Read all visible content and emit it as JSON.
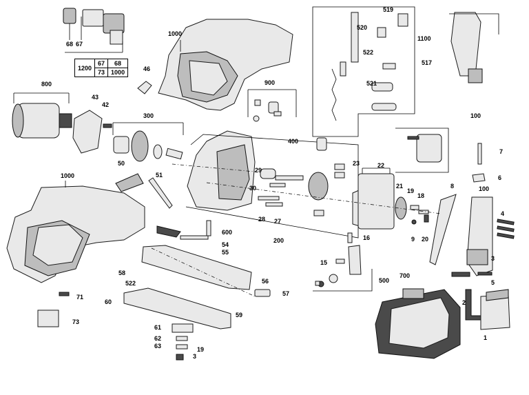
{
  "labels": {
    "l1000a": "1000",
    "l68a": "68",
    "l67a": "67",
    "l46": "46",
    "l800": "800",
    "l43": "43",
    "l42": "42",
    "l300": "300",
    "l900": "900",
    "l50": "50",
    "l51": "51",
    "l1000b": "1000",
    "l400": "400",
    "l23": "23",
    "l22": "22",
    "l30": "30",
    "l29": "29",
    "l28": "28",
    "l27": "27",
    "l200": "200",
    "l600": "600",
    "l54": "54",
    "l55": "55",
    "l58": "58",
    "l522a": "522",
    "l56": "56",
    "l57": "57",
    "l60": "60",
    "l59": "59",
    "l71": "71",
    "l73": "73",
    "l61": "61",
    "l62": "62",
    "l63": "63",
    "l19a": "19",
    "l3a": "3",
    "l519": "519",
    "l520": "520",
    "l1100": "1100",
    "l522b": "522",
    "l517": "517",
    "l521": "521",
    "l100a": "100",
    "l7": "7",
    "l6": "6",
    "l100b": "100",
    "l8": "8",
    "l4": "4",
    "l21": "21",
    "l19b": "19",
    "l18": "18",
    "l9": "9",
    "l20": "20",
    "l16": "16",
    "l15": "15",
    "l500": "500",
    "l700": "700",
    "l3b": "3",
    "l5": "5",
    "l2": "2",
    "l1": "1"
  },
  "kit_table": {
    "rows": [
      [
        "1200",
        "67",
        "68"
      ],
      [
        "",
        "73",
        "1000"
      ]
    ]
  }
}
